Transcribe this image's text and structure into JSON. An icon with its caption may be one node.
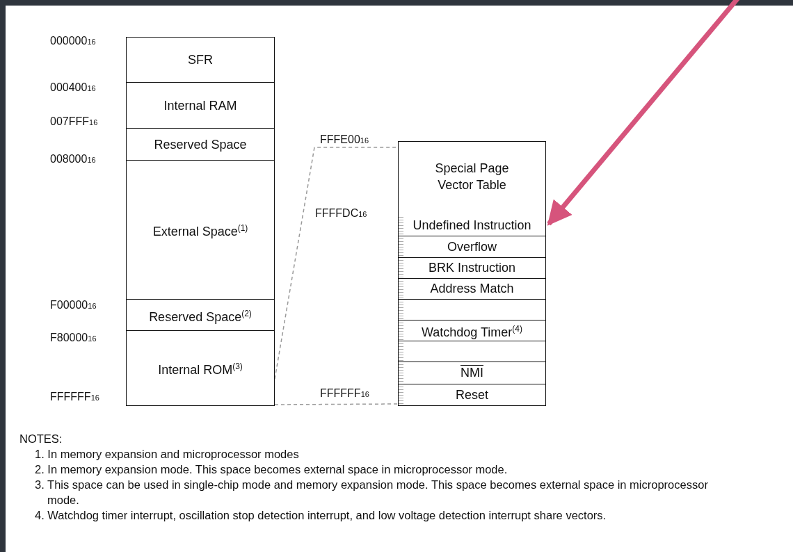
{
  "diagram": {
    "nodes": [
      {
        "text": [
          "SFR"
        ],
        "beside": [
          "000000$_{16}$"
        ]
      },
      {
        "text": [
          "Internal RAM"
        ],
        "beside": [
          "000400$_{16}$",
          "007FFF$_{16}$"
        ]
      },
      {
        "text": [
          "Reserved Space"
        ],
        "beside": [
          "008000$_{16}$"
        ]
      },
      {
        "text": [
          "External Space$^{(1)}$"
        ]
      },
      {
        "text": [
          "Reserved Space$^{(2)}$"
        ],
        "beside": [
          "F00000$_{16}$"
        ]
      },
      {
        "text": [
          "Internal ROM$^{(3)}$"
        ],
        "beside": [
          "F80000$_{16}$",
          "FFFFFF$_{16}$"
        ]
      },
      {
        "text": [
          "Special Page Vector Table"
        ],
        "beside": [
          "FFFE00$_{16}$"
        ]
      },
      {
        "text": [
          "Undefined Instruction"
        ],
        "beside": [
          "FFFFDC$_{16}$"
        ]
      },
      {
        "text": [
          "Overflow"
        ]
      },
      {
        "text": [
          "BRK Instruction"
        ]
      },
      {
        "text": [
          "Address Match"
        ]
      },
      {
        "text": [],
        "shape": "box"
      },
      {
        "text": [
          "Watchdog Timer$^{(4)}$"
        ]
      },
      {
        "text": [],
        "shape": "box"
      },
      {
        "text": [
          "NMI"
        ]
      },
      {
        "text": [
          "Reset"
        ],
        "beside": [
          "FFFFFF$_{16}$"
        ]
      }
    ],
    "edges": [
      {
        "from": 5,
        "to": 6,
        "arrow": "none",
        "style": "dashed",
        "color": "#9a9a9a"
      },
      {
        "from": 5,
        "to": 15,
        "arrow": "none",
        "style": "dashed",
        "color": "#9a9a9a"
      },
      {
        "from": null,
        "to": 7,
        "arrow": "to",
        "style": "thick",
        "color": "#d6547c"
      }
    ],
    "labels": [
      "NOTES:",
      "1. In memory expansion and microprocessor modes",
      "2. In memory expansion mode. This space becomes external space in microprocessor mode.",
      "3. This space can be used in single-chip mode and memory expansion mode. This space becomes external space in microprocessor mode.",
      "4. Watchdog timer interrupt, oscillation stop detection interrupt, and low voltage detection interrupt share vectors."
    ]
  }
}
